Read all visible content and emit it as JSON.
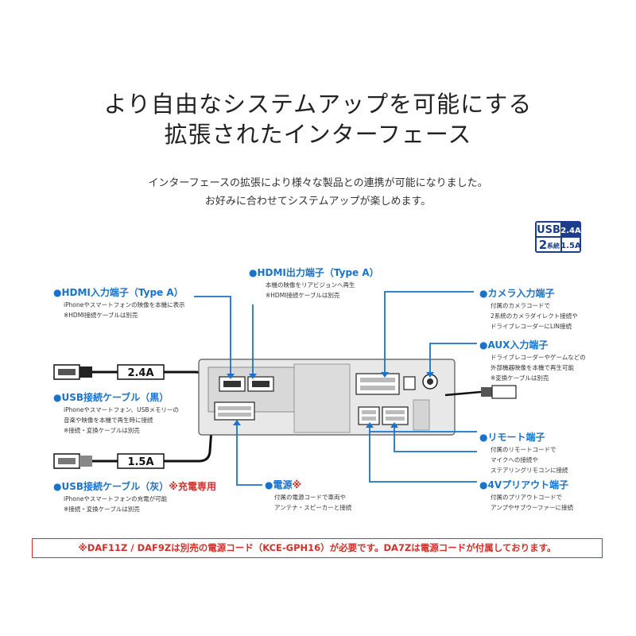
{
  "heading": {
    "line1": "より自由なシステムアップを可能にする",
    "line2": "拡張されたインターフェース"
  },
  "intro": {
    "line1": "インターフェースの拡張により様々な製品との連携が可能になりました。",
    "line2": "お好みに合わせてシステムアップが楽しめます。"
  },
  "usb_badge": {
    "usb": "USB",
    "num": "2",
    "system": "系統",
    "a1": "2.4A",
    "a2": "1.5A",
    "colors": {
      "navy": "#1b3f8b",
      "white": "#ffffff"
    }
  },
  "labels": {
    "hdmi_in": {
      "title": "●HDMI入力端子（Type A）",
      "desc1": "iPhoneやスマートフォンの映像を本機に表示",
      "desc2": "※HDMI接続ケーブルは別売"
    },
    "hdmi_out": {
      "title": "●HDMI出力端子（Type A）",
      "desc1": "本機の映像をリアビジョンへ再生",
      "desc2": "※HDMI接続ケーブルは別売"
    },
    "camera": {
      "title": "●カメラ入力端子",
      "desc1": "付属のカメラコードで",
      "desc2": "2系統のカメラダイレクト接続や",
      "desc3": "ドライブレコーダーにLIN接続"
    },
    "aux": {
      "title": "●AUX入力端子",
      "desc1": "ドライブレコーダーやゲームなどの",
      "desc2": "外部機器映像を本機で再生可能",
      "desc3": "※変換ケーブルは別売"
    },
    "usb_black": {
      "title": "●USB接続ケーブル（黒）",
      "desc1": "iPhoneやスマートフォン、USBメモリーの",
      "desc2": "音楽や映像を本機で再生時に接続",
      "desc3": "※接続・変換ケーブルは別売"
    },
    "usb_gray": {
      "title": "●USB接続ケーブル（灰）",
      "title_red": "※充電専用",
      "desc1": "iPhoneやスマートフォンの充電が可能",
      "desc2": "※接続・変換ケーブルは別売"
    },
    "power": {
      "title": "●電源",
      "title_red": "※",
      "desc1": "付属の電源コードで車両や",
      "desc2": "アンテナ・スピーカーと接続"
    },
    "remote": {
      "title": "●リモート端子",
      "desc1": "付属のリモートコードで",
      "desc2": "マイクへの接続や",
      "desc3": "ステアリングリモコンに接続"
    },
    "preout": {
      "title": "●4Vプリアウト端子",
      "desc1": "付属のプリアウトコードで",
      "desc2": "アンプやサブウーファーに接続"
    }
  },
  "cable_tags": {
    "a1": "2.4A",
    "a2": "1.5A"
  },
  "colors": {
    "accent": "#1a73c8",
    "red": "#d0302a",
    "unit": "#e8e8e8",
    "line": "#111111"
  },
  "footnote": "※DAF11Z / DAF9Zは別売の電源コード（KCE-GPH16）が必要です。DA7Zは電源コードが付属しております。"
}
